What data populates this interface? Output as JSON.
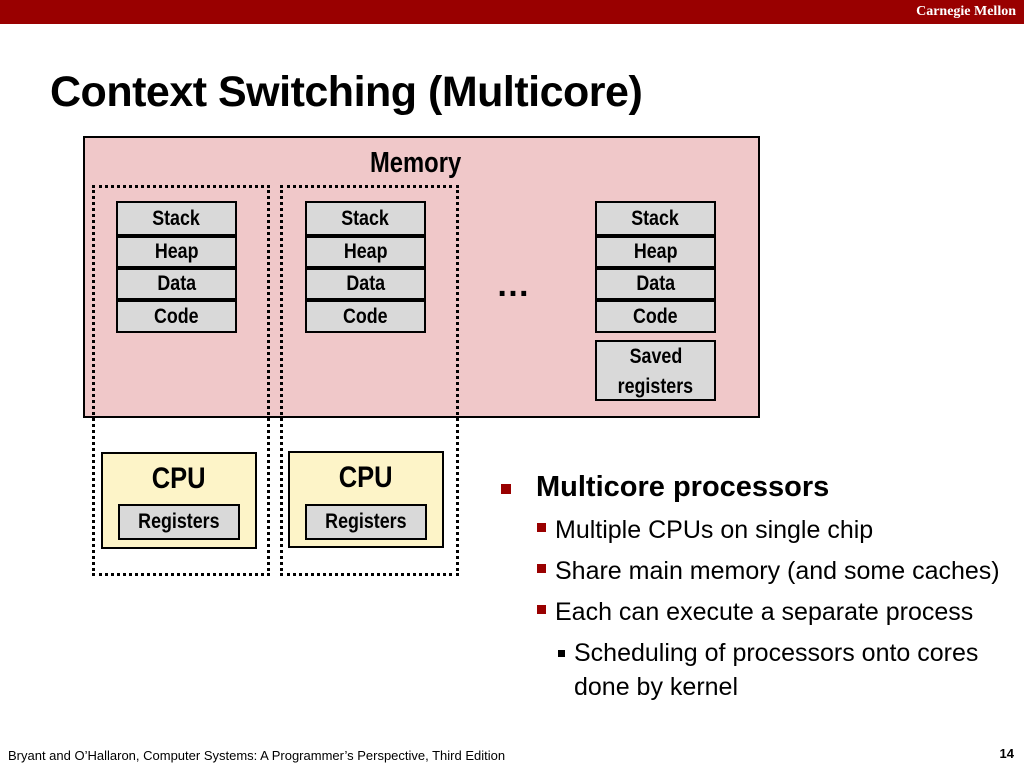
{
  "header": {
    "brand": "Carnegie Mellon"
  },
  "slide": {
    "title": "Context Switching (Multicore)",
    "memory_label": "Memory",
    "processes": [
      {
        "segments": [
          "Stack",
          "Heap",
          "Data",
          "Code"
        ]
      },
      {
        "segments": [
          "Stack",
          "Heap",
          "Data",
          "Code"
        ]
      },
      {
        "segments": [
          "Stack",
          "Heap",
          "Data",
          "Code"
        ],
        "saved": [
          "Saved",
          "registers"
        ]
      }
    ],
    "ellipsis": "…",
    "cpus": [
      {
        "label": "CPU",
        "registers": "Registers"
      },
      {
        "label": "CPU",
        "registers": "Registers"
      }
    ],
    "bullets": {
      "main": "Multicore processors",
      "sub": [
        "Multiple CPUs on single chip",
        "Share main memory (and some caches)",
        "Each can execute a separate process"
      ],
      "subsub_line1": "Scheduling of processors onto cores",
      "subsub_line2": "done by kernel"
    }
  },
  "footer": {
    "citation": "Bryant and O’Hallaron, Computer Systems: A Programmer’s Perspective, Third Edition",
    "page": "14"
  }
}
